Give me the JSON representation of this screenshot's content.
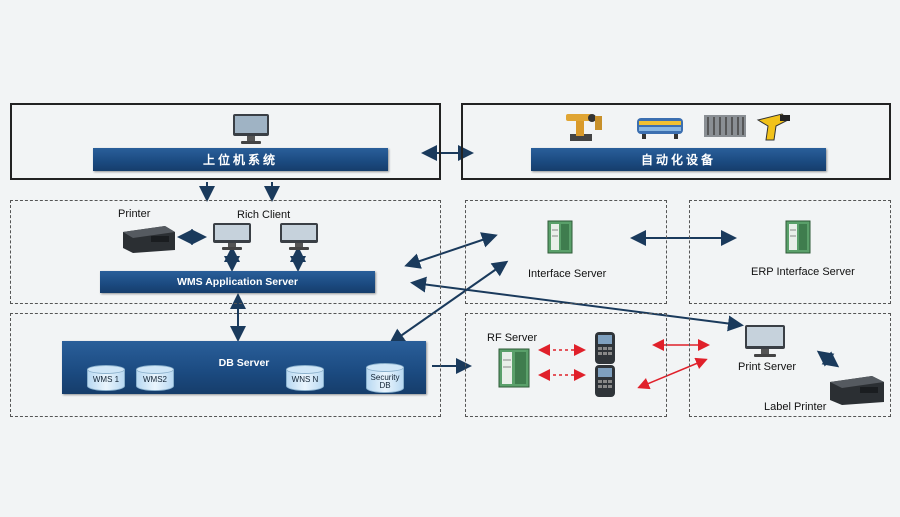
{
  "top_left": {
    "bar_label": "上位机系统"
  },
  "top_right": {
    "bar_label": "自动化设备"
  },
  "wms": {
    "printer_label": "Printer",
    "rich_client_label": "Rich Client",
    "app_server_label": "WMS Application Server"
  },
  "db": {
    "bar_label": "DB Server",
    "databases": [
      "WMS 1",
      "WMS2",
      "WNS N",
      "Security DB"
    ]
  },
  "interface_server": {
    "label": "Interface Server"
  },
  "erp_interface_server": {
    "label": "ERP Interface Server"
  },
  "rf": {
    "server_label": "RF Server"
  },
  "print": {
    "server_label": "Print Server",
    "label_printer_label": "Label Printer"
  },
  "colors": {
    "bar": "#1b4a80",
    "arrow_dark": "#1a3a5c",
    "arrow_red": "#e0202a"
  }
}
